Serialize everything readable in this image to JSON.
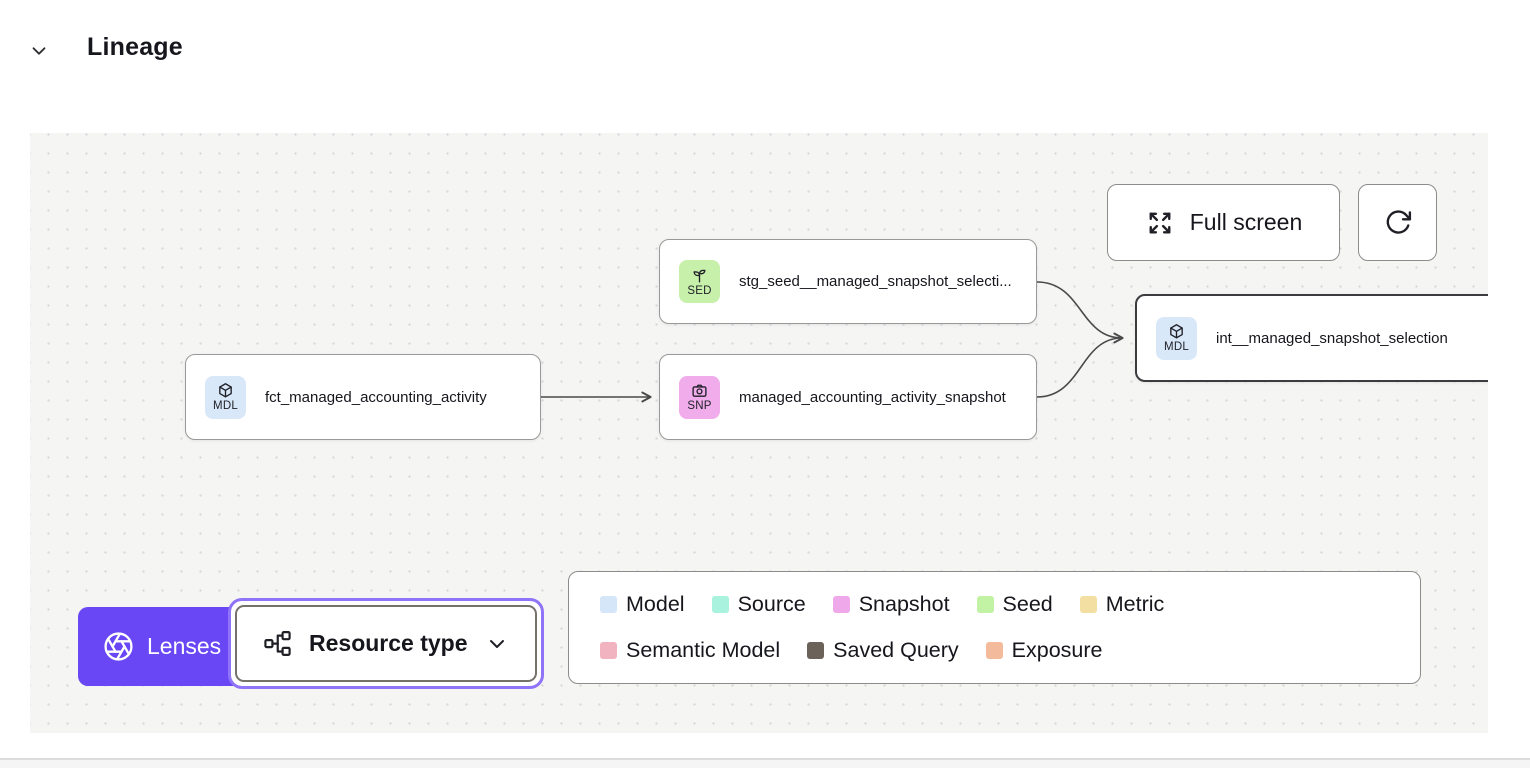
{
  "header": {
    "title": "Lineage"
  },
  "toolbar": {
    "full_screen_label": "Full screen"
  },
  "nodes": {
    "seed": {
      "code": "SED",
      "label": "stg_seed__managed_snapshot_selecti...",
      "color": "#c7f0ab"
    },
    "fct": {
      "code": "MDL",
      "label": "fct_managed_accounting_activity",
      "color": "#d9e8f9"
    },
    "snapshot": {
      "code": "SNP",
      "label": "managed_accounting_activity_snapshot",
      "color": "#f0aceb"
    },
    "int": {
      "code": "MDL",
      "label": "int__managed_snapshot_selection",
      "color": "#d9e8f9",
      "selected": true
    }
  },
  "legend": {
    "items": [
      {
        "label": "Model",
        "color": "#d6e6f9"
      },
      {
        "label": "Source",
        "color": "#a9f2de"
      },
      {
        "label": "Snapshot",
        "color": "#efa9ea"
      },
      {
        "label": "Seed",
        "color": "#c2f2a3"
      },
      {
        "label": "Metric",
        "color": "#f3dfa1"
      },
      {
        "label": "Semantic Model",
        "color": "#f2b3c1"
      },
      {
        "label": "Saved Query",
        "color": "#6b6359"
      },
      {
        "label": "Exposure",
        "color": "#f3bb9b"
      }
    ]
  },
  "footer_controls": {
    "lenses_label": "Lenses",
    "resource_type_label": "Resource type"
  },
  "colors": {
    "accent_purple": "#6947f5",
    "focus_ring_purple": "#8f73f8",
    "canvas_background": "#f5f5f4",
    "node_border": "#999999",
    "selected_node_border": "#3c3c40",
    "edge": "#4a4a4a"
  }
}
